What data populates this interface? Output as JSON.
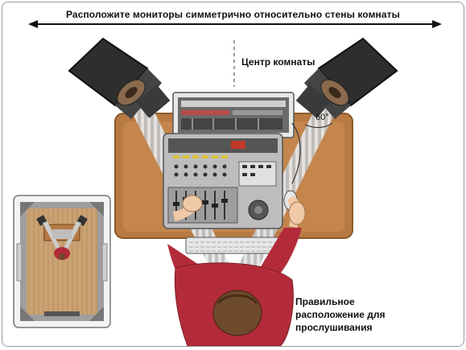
{
  "diagram": {
    "top_caption": "Расположите мониторы симметрично относительно стены комнаты",
    "center_caption": "Центр комнаты",
    "angle_caption": "60°",
    "position_caption": {
      "line1": "Правильное",
      "line2": "расположение для",
      "line3": "прослушивания"
    }
  },
  "colors": {
    "desk": "#b87a43",
    "desk_edge": "#8a5a2c",
    "speaker": "#2e2e2e",
    "woofer": "#8a6a4c",
    "console": "#bdbdbd",
    "shirt": "#b32b3a",
    "floor": "#c9a070",
    "sound_path": "#d0d0d0"
  }
}
